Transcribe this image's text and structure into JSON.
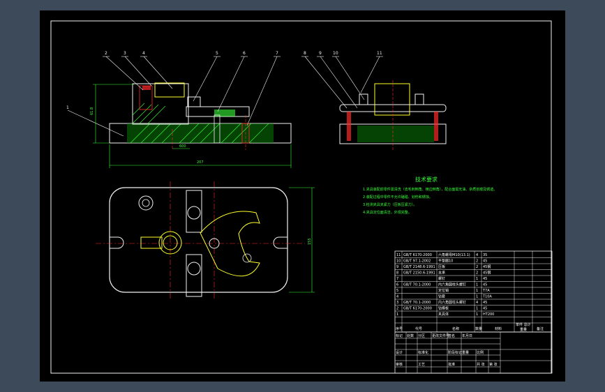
{
  "drawing": {
    "balloon_numbers": [
      "1",
      "2",
      "3",
      "4",
      "5",
      "6",
      "7",
      "8",
      "9",
      "10",
      "11"
    ],
    "dimensions": {
      "height": "61.8",
      "base_width": "207",
      "small_gap": "600",
      "plan_height": "155"
    },
    "tech_requirements_title": "技术要求",
    "tech_requirements": [
      "1.夹具装配前零件需清洗（去毛刺倒角、棱边倒角），配合面需无油、杂质划痕及锈迹。",
      "2.装配过程中零件不允许磕碰、划伤和锈蚀。",
      "3.检测夹具夹紧力（压板压紧力）。",
      "4.夹具定位面清洁，外观完整。"
    ]
  },
  "bom": {
    "header": {
      "index": "序号",
      "code": "代号",
      "name": "名称",
      "qty": "数量",
      "material": "材料",
      "unit_weight": "单件 总计",
      "weight": "重量",
      "note": "备注"
    },
    "rows": [
      {
        "index": "11",
        "code": "GB/T 6170-2000",
        "name": "六角螺母M10(13.1)",
        "qty": "4",
        "material": "35",
        "note": ""
      },
      {
        "index": "10",
        "code": "GB/T 97.1-2002",
        "name": "平垫圈10",
        "qty": "2",
        "material": "45",
        "note": ""
      },
      {
        "index": "9",
        "code": "GB/T 2148.6-1991",
        "name": "压板",
        "qty": "2",
        "material": "45钢",
        "note": ""
      },
      {
        "index": "8",
        "code": "GB/T 2150.6-1991",
        "name": "支承",
        "qty": "2",
        "material": "45钢",
        "note": ""
      },
      {
        "index": "7",
        "code": "",
        "name": "螺钉",
        "qty": "1",
        "material": "45",
        "note": ""
      },
      {
        "index": "6",
        "code": "GB/T 70.1-2000",
        "name": "内六角圆柱头螺钉",
        "qty": "1",
        "material": "45",
        "note": ""
      },
      {
        "index": "5",
        "code": "",
        "name": "定位销",
        "qty": "1",
        "material": "T7A",
        "note": ""
      },
      {
        "index": "4",
        "code": "",
        "name": "钻套",
        "qty": "1",
        "material": "T10A",
        "note": ""
      },
      {
        "index": "3",
        "code": "GB/T 70.1-2000",
        "name": "内六角圆柱头螺钉",
        "qty": "4",
        "material": "45",
        "note": ""
      },
      {
        "index": "2",
        "code": "GB/T 6170-2000",
        "name": "钻模板",
        "qty": "1",
        "material": "45",
        "note": ""
      },
      {
        "index": "1",
        "code": "",
        "name": "夹具体",
        "qty": "1",
        "material": "HT200",
        "note": ""
      }
    ]
  },
  "title_block": {
    "cells": [
      "标记",
      "处数",
      "分区",
      "更改文件号",
      "签名",
      "年月日",
      "设计",
      "标准化",
      "阶段标记",
      "重量",
      "比例",
      "审核",
      "工艺",
      "批准",
      "共 张",
      "第 张"
    ]
  },
  "colors": {
    "background": "#000000",
    "outline_white": "#f2f2f2",
    "section_green": "#39ff39",
    "hidden_yellow": "#ffff2a",
    "center_red": "#ff2a2a",
    "dim_green": "#39ff39",
    "frame": "#3c4a5a"
  }
}
